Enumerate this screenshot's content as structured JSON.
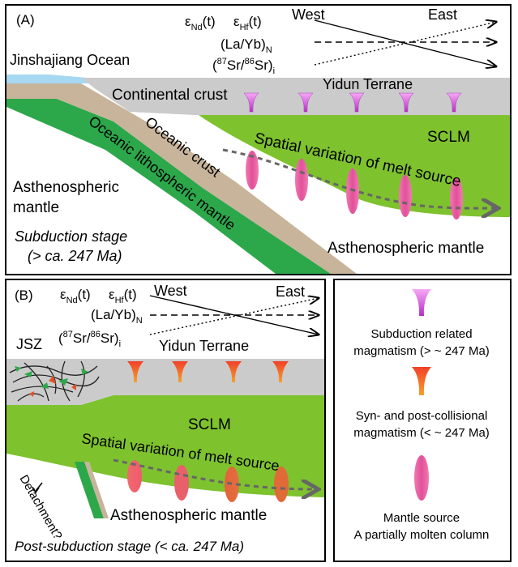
{
  "panel_a": {
    "label": "(A)",
    "ocean": "Jinshajiang Ocean",
    "continental_crust": "Continental crust",
    "terrane": "Yidun Terrane",
    "sclm": "SCLM",
    "oceanic_crust": "Oceanic crust",
    "oceanic_mantle": "Oceanic lithospheric mantle",
    "asth_left_1": "Asthenospheric",
    "asth_left_2": "mantle",
    "asth_right": "Asthenospheric mantle",
    "spatial": "Spatial variation of melt source",
    "stage_1": "Subduction stage",
    "stage_2": "(> ca. 247 Ma)",
    "west": "West",
    "east": "East",
    "geochem": {
      "eps": "ε",
      "nd_sub": "Nd",
      "hf_sub": "Hf",
      "t": "(t)",
      "layb": "(La/Yb)",
      "layb_sub": "N",
      "sr_open": "(",
      "sr87": "87",
      "sr_mid": "Sr/",
      "sr86": "86",
      "sr_close": "Sr)",
      "sr_sub": "i"
    }
  },
  "panel_b": {
    "label": "(B)",
    "jsz": "JSZ",
    "terrane": "Yidun Terrane",
    "sclm": "SCLM",
    "spatial": "Spatial variation of melt source",
    "asth": "Asthenospheric mantle",
    "detachment": "Detachment?",
    "stage": "Post-subduction stage (< ca. 247 Ma)",
    "west": "West",
    "east": "East"
  },
  "legend": {
    "subduction_1": "Subduction related",
    "subduction_2": "magmatism (> ~ 247 Ma)",
    "collisional_1": "Syn- and post-collisional",
    "collisional_2": "magmatism (< ~ 247 Ma)",
    "mantle_1": "Mantle source",
    "mantle_2": "A partially molten column"
  },
  "colors": {
    "crust_gray": "#cbcbcb",
    "sclm_green": "#7ec22e",
    "oceanic_green": "#2ca84a",
    "oceanic_crust_tan": "#c8b49a",
    "ocean_blue": "#a6d8f2",
    "ocean_text": "#2aa0d8",
    "magenta": "#cc3fcf",
    "orange": "#e0502a",
    "pink": "#e05a98"
  }
}
